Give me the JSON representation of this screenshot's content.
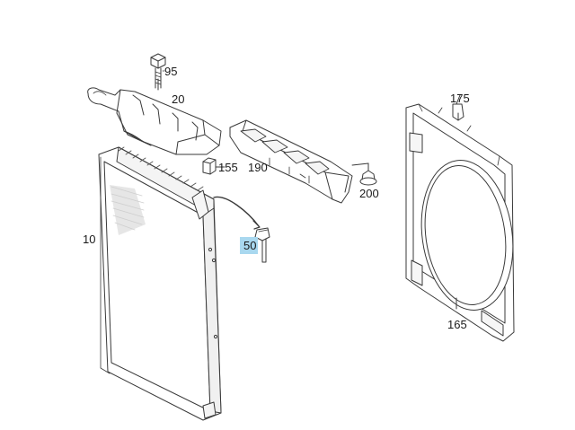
{
  "diagram": {
    "highlight_color": "#a9d8ef",
    "line_color": "#3a3a3a",
    "highlighted_part": "50",
    "callouts": {
      "p95": "95",
      "p20": "20",
      "p155": "155",
      "p190": "190",
      "p175": "175",
      "p200": "200",
      "p10": "10",
      "p50": "50",
      "p165": "165"
    }
  }
}
